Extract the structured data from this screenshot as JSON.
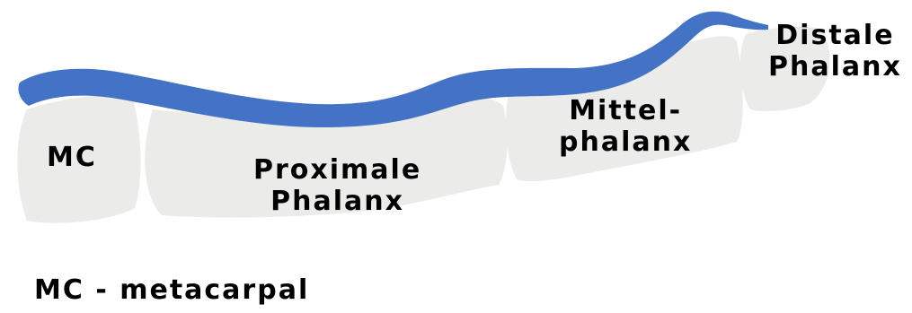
{
  "colors": {
    "tendon": "#4472c4",
    "bone": "#ececea",
    "bone_edge": "#dcdcd8",
    "text": "#000000"
  },
  "labels": {
    "mc": "MC",
    "proximal_phalanx": [
      "Proximale",
      "Phalanx"
    ],
    "middle_phalanx": [
      "Mittel-",
      "phalanx"
    ],
    "distal_phalanx": [
      "Distale",
      "Phalanx"
    ]
  },
  "legend": {
    "text": "MC - metacarpal"
  }
}
